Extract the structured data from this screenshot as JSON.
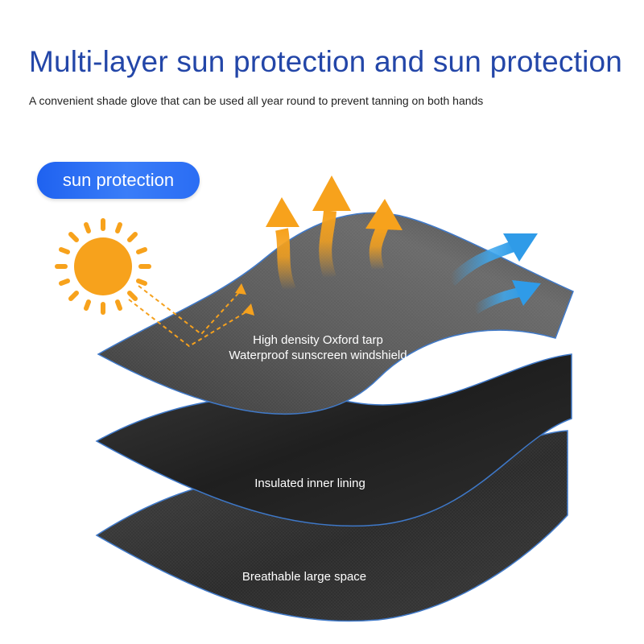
{
  "header": {
    "title": "Multi-layer sun protection and sun protection",
    "subtitle": "A convenient shade glove that can be used all year round to prevent tanning on both hands"
  },
  "badge": {
    "label": "sun protection"
  },
  "layers": [
    {
      "label_line1": "High density Oxford tarp",
      "label_line2": "Waterproof sunscreen windshield"
    },
    {
      "label": "Insulated inner lining"
    },
    {
      "label": "Breathable large space"
    }
  ],
  "icons": {
    "sun": "sun-icon",
    "heat_arrows": "heat-arrow-icon",
    "wind_arrows": "wind-arrow-icon",
    "sunlight_arrows": "sunlight-arrow-icon"
  },
  "colors": {
    "title": "#2346a8",
    "badge": "#2a6df4",
    "sun": "#f7a21c",
    "heat_arrow": "#f5a11e",
    "wind_arrow": "#3fa8ee",
    "fabric_top": "#555555",
    "fabric_dark": "#2a2a2a",
    "fabric_edge": "#3e78c8"
  }
}
